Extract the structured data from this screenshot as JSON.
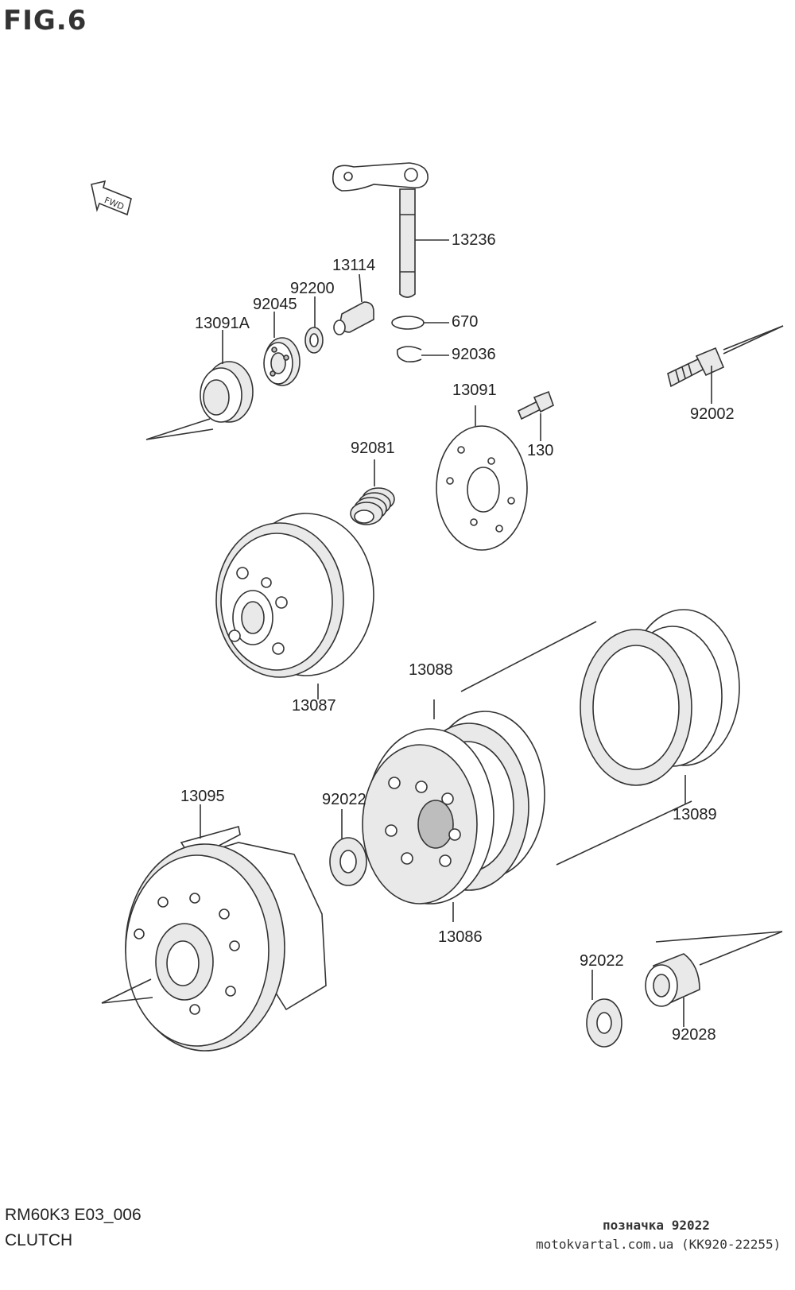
{
  "figure": {
    "title": "FIG.6"
  },
  "parts": [
    {
      "id": "p13236",
      "label": "13236"
    },
    {
      "id": "p13114",
      "label": "13114"
    },
    {
      "id": "p92200",
      "label": "92200"
    },
    {
      "id": "p92045",
      "label": "92045"
    },
    {
      "id": "p13091A",
      "label": "13091A"
    },
    {
      "id": "p670",
      "label": "670"
    },
    {
      "id": "p92036",
      "label": "92036"
    },
    {
      "id": "p92002",
      "label": "92002"
    },
    {
      "id": "p13091",
      "label": "13091"
    },
    {
      "id": "p130",
      "label": "130"
    },
    {
      "id": "p92081",
      "label": "92081"
    },
    {
      "id": "p13087",
      "label": "13087"
    },
    {
      "id": "p13088",
      "label": "13088"
    },
    {
      "id": "p13089",
      "label": "13089"
    },
    {
      "id": "p13095",
      "label": "13095"
    },
    {
      "id": "p92022a",
      "label": "92022"
    },
    {
      "id": "p13086",
      "label": "13086"
    },
    {
      "id": "p92022b",
      "label": "92022"
    },
    {
      "id": "p92028",
      "label": "92028"
    }
  ],
  "footer": {
    "model_code": "RM60K3 E03_006",
    "section": "CLUTCH",
    "note": "позначка 92022",
    "site": "motokvartal.com.ua (KK920-22255)"
  }
}
